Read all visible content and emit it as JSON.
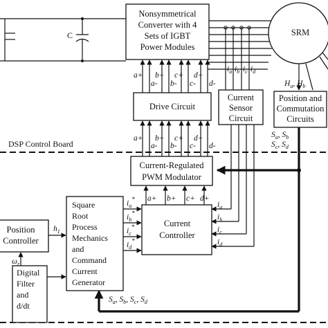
{
  "blocks": {
    "converter": [
      "Nonsymmetrical",
      "Converter with 4",
      "Sets of IGBT",
      "Power Modules"
    ],
    "srm": "SRM",
    "drive": "Drive Circuit",
    "current_sensor": [
      "Current",
      "Sensor",
      "Circuit"
    ],
    "position_circuits": [
      "Position and",
      "Commutation",
      "Circuits"
    ],
    "pwm": [
      "Current-Regulated",
      "PWM Modulator"
    ],
    "current_controller": [
      "Current",
      "Controller"
    ],
    "sqrt": [
      "Square",
      "Root",
      "Process",
      "Mechanics",
      "and",
      "Command",
      "Current",
      "Generator"
    ],
    "position_controller": [
      "Position",
      "Controller"
    ],
    "digital_filter": [
      "Digital",
      "Filter",
      "and",
      "d/dt"
    ]
  },
  "labels": {
    "capacitor": "C",
    "dsp_board": "DSP Control Board",
    "gate_plus": [
      "a+",
      "b+",
      "c+",
      "d+"
    ],
    "gate_minus": [
      "a-",
      "b-",
      "c-",
      "d-"
    ],
    "currents": [
      "i",
      "i",
      "i",
      "i"
    ],
    "current_subs": [
      "a",
      "b",
      "c",
      "d"
    ],
    "hall": "H",
    "hall_subs": [
      "a",
      "b"
    ],
    "commutation": [
      "S",
      "S",
      "S",
      "S"
    ],
    "commutation_subs": [
      "a",
      "b",
      "c",
      "d"
    ],
    "command_current": "i",
    "command_star": "*",
    "h1": "h",
    "h1_sub": "1",
    "omega": "ω",
    "omega_sub": "r"
  }
}
